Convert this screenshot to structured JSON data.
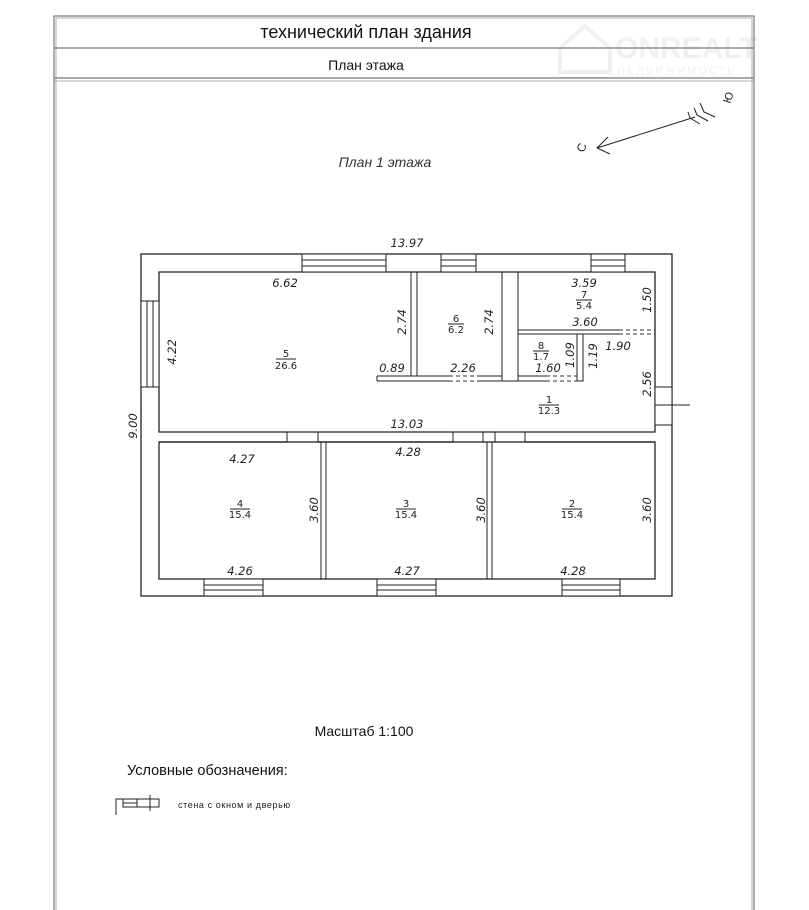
{
  "header": {
    "title": "технический план здания",
    "subtitle": "План этажа"
  },
  "watermark": {
    "brand": "ONREALT",
    "tagline": "НЕДВИЖИМОСТЬ"
  },
  "compass": {
    "north": "С",
    "south": "Ю"
  },
  "plan": {
    "title": "План 1 этажа",
    "dimensions": [
      "13.97",
      "6.62",
      "4.22",
      "9.00",
      "2.74",
      "2.74",
      "0.89",
      "2.26",
      "3.59",
      "3.60",
      "1.50",
      "1.90",
      "1.09",
      "1.19",
      "1.60",
      "2.56",
      "13.03",
      "4.27",
      "4.28",
      "3.60",
      "3.60",
      "3.60",
      "4.26",
      "4.27",
      "4.28"
    ],
    "rooms": [
      {
        "number": "5",
        "area": "26.6"
      },
      {
        "number": "6",
        "area": "6.2"
      },
      {
        "number": "7",
        "area": "5.4"
      },
      {
        "number": "8",
        "area": "1.7"
      },
      {
        "number": "1",
        "area": "12.3"
      },
      {
        "number": "4",
        "area": "15.4"
      },
      {
        "number": "3",
        "area": "15.4"
      },
      {
        "number": "2",
        "area": "15.4"
      }
    ]
  },
  "scale": "Масштаб 1:100",
  "legend": {
    "title": "Условные обозначения:",
    "item": "стена с окном и дверью"
  }
}
